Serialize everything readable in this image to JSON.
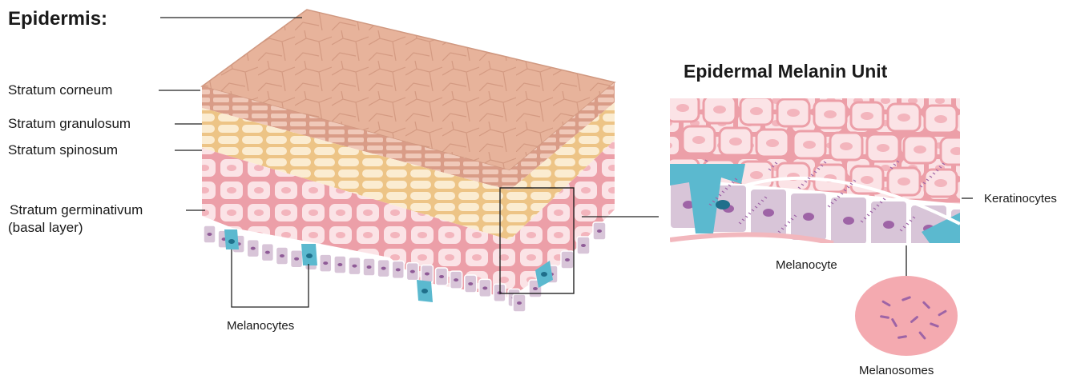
{
  "epidermis": {
    "title": "Epidermis:"
  },
  "layers": [
    "Stratum corneum",
    "Stratum granulosum",
    "Stratum spinosum",
    "Stratum germinativum",
    "(basal layer)"
  ],
  "melanocytes_label": "Melanocytes",
  "melanin_unit": {
    "title": "Epidermal Melanin Unit",
    "keratinocytes": "Keratinocytes",
    "melanocyte": "Melanocyte",
    "melanosomes": "Melanosomes"
  },
  "colors": {
    "surface": "#e7b39b",
    "granulosum": "#f6d9a6",
    "spinosum": "#f2b7bd",
    "basal": "#d8c5d8",
    "melanocyte": "#5bb9cf",
    "melanosome": "#f4aab0"
  }
}
